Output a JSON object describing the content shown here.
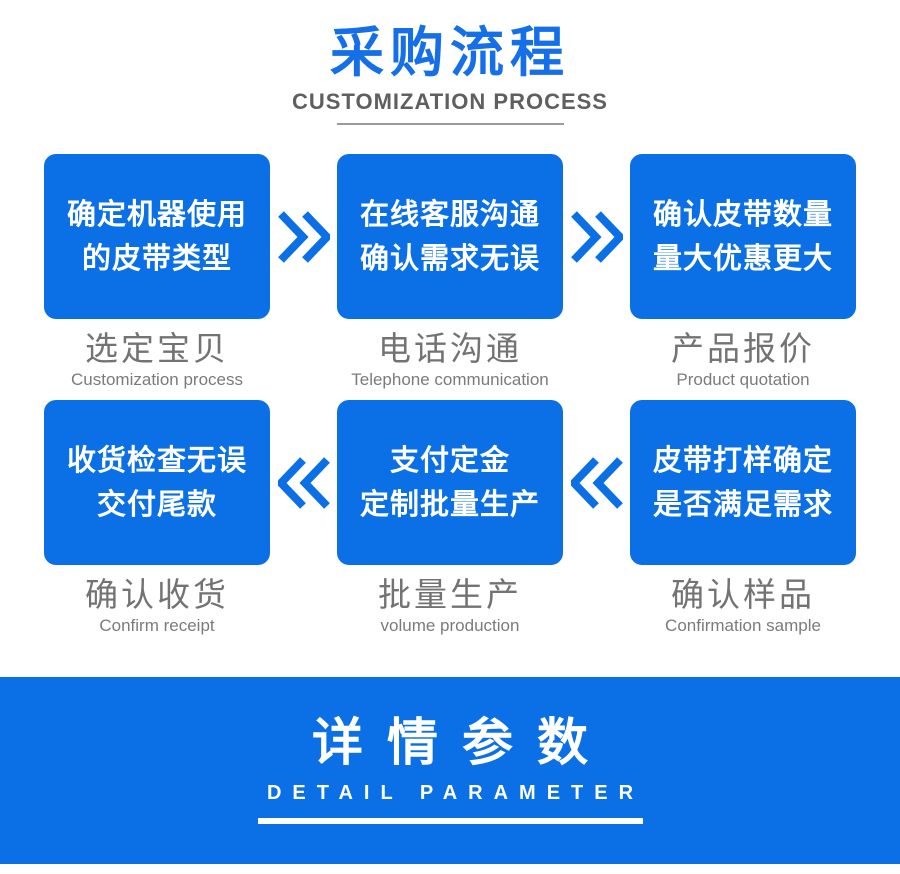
{
  "header": {
    "title": "采购流程",
    "subtitle": "CUSTOMIZATION PROCESS"
  },
  "flow": {
    "rows": [
      {
        "direction": "right",
        "steps": [
          {
            "card_lines": [
              "确定机器使用",
              "的皮带类型"
            ],
            "label": "选定宝贝",
            "caption": "Customization process"
          },
          {
            "card_lines": [
              "在线客服沟通",
              "确认需求无误"
            ],
            "label": "电话沟通",
            "caption": "Telephone communication"
          },
          {
            "card_lines": [
              "确认皮带数量",
              "量大优惠更大"
            ],
            "label": "产品报价",
            "caption": "Product quotation"
          }
        ]
      },
      {
        "direction": "left",
        "steps": [
          {
            "card_lines": [
              "收货检查无误",
              "交付尾款"
            ],
            "label": "确认收货",
            "caption": "Confirm receipt"
          },
          {
            "card_lines": [
              "支付定金",
              "定制批量生产"
            ],
            "label": "批量生产",
            "caption": "volume production"
          },
          {
            "card_lines": [
              "皮带打样确定",
              "是否满足需求"
            ],
            "label": "确认样品",
            "caption": "Confirmation sample"
          }
        ]
      }
    ]
  },
  "banner": {
    "title": "详情参数",
    "subtitle": "DETAIL PARAMETER"
  },
  "colors": {
    "accent_blue": "#0b6fe6",
    "title_blue": "#156fe8",
    "label_gray": "#737373",
    "subtitle_gray": "#5f5f5f",
    "underline_gray": "#9b9b9b"
  }
}
